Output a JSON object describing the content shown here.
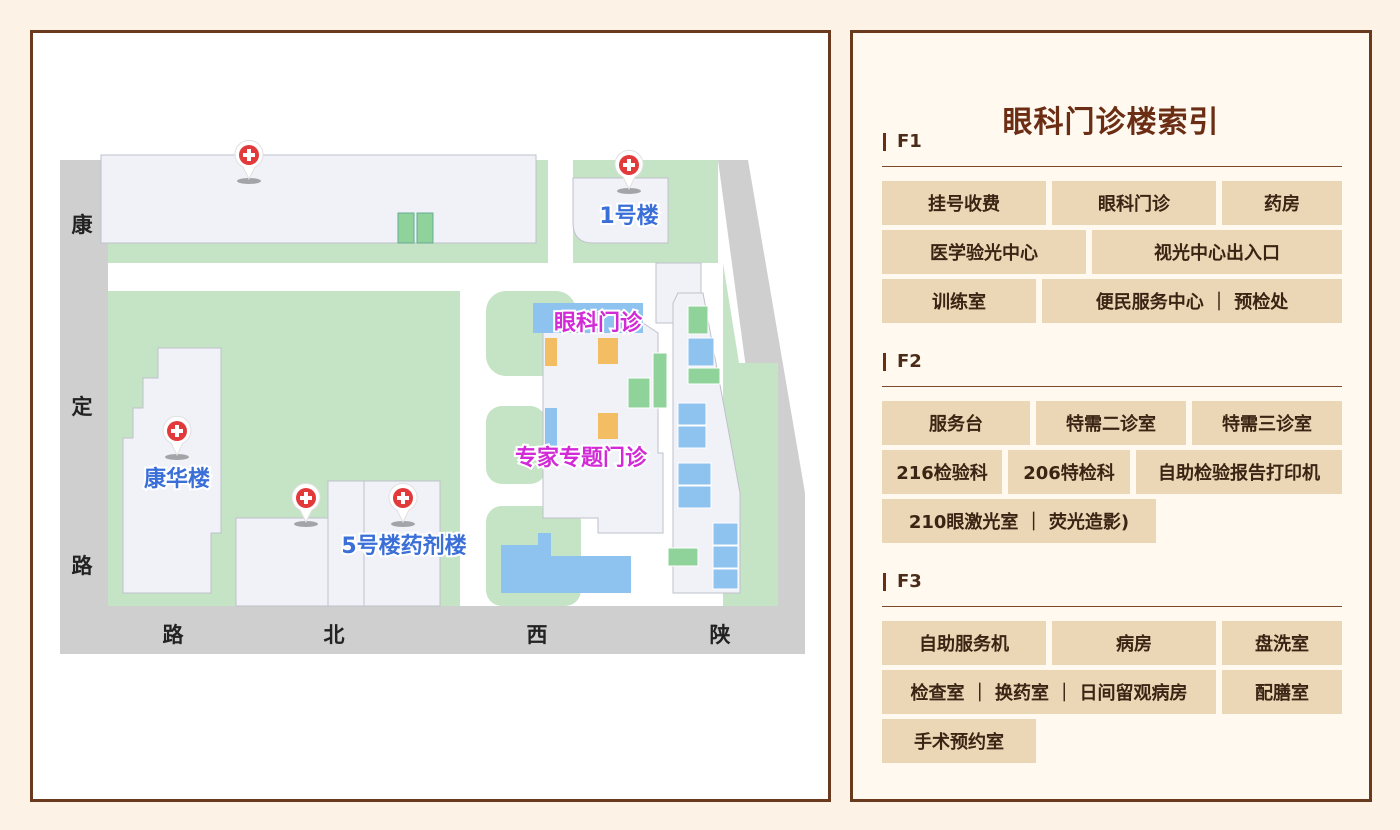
{
  "map": {
    "roads": {
      "left": [
        "康",
        "定",
        "路"
      ],
      "bottom": [
        "路",
        "北",
        "西",
        "陕"
      ]
    },
    "buildings": {
      "kanghua": "康华楼",
      "b1": "1号楼",
      "b5": "5号楼药剂楼",
      "eye_clinic": "眼科门诊",
      "expert_clinic": "专家专题门诊"
    },
    "colors": {
      "green": "#c5e3c5",
      "building": "#f1f2f8",
      "road": "#cfcfcf",
      "blue_label": "#3a6fd8",
      "magenta_label": "#d22ad6",
      "pin": "#e23a3a"
    },
    "pin_icon": "hospital-cross-pin-icon"
  },
  "index": {
    "title": "眼科门诊楼索引",
    "floors": [
      {
        "label": "F1",
        "rooms": [
          "挂号收费",
          "眼科门诊",
          "药房",
          "医学验光中心",
          "视光中心出入口",
          "训练室",
          "便民服务中心 ｜ 预检处"
        ]
      },
      {
        "label": "F2",
        "rooms": [
          "服务台",
          "特需二诊室",
          "特需三诊室",
          "216检验科",
          "206特检科",
          "自助检验报告打印机",
          "210眼激光室 ｜ 荧光造影)"
        ]
      },
      {
        "label": "F3",
        "rooms": [
          "自助服务机",
          "病房",
          "盘洗室",
          "检查室 ｜ 换药室 ｜ 日间留观病房",
          "配膳室",
          "手术预约室"
        ]
      }
    ]
  }
}
